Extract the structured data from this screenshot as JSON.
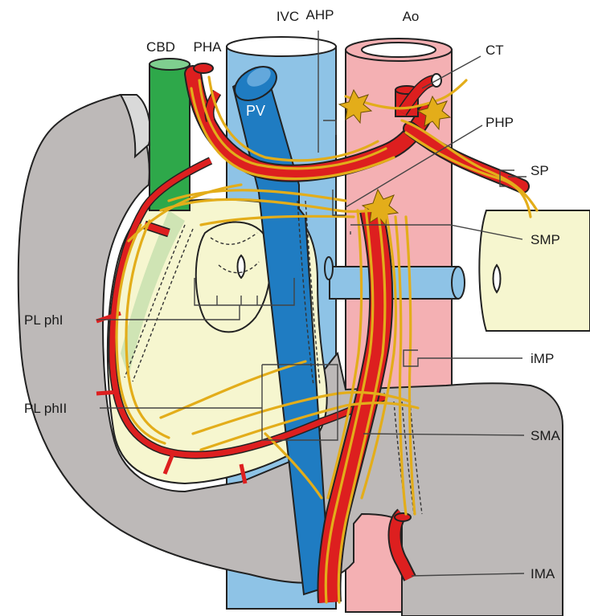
{
  "labels": {
    "ivc": "IVC",
    "ahp": "AHP",
    "ao": "Ao",
    "cbd": "CBD",
    "pha": "PHA",
    "ct": "CT",
    "pv": "PV",
    "php": "PHP",
    "sp": "SP",
    "smp": "SMP",
    "pl_ph1": "PL phI",
    "pl_ph2": "PL phII",
    "imp": "iMP",
    "sma": "SMA",
    "ima": "IMA"
  },
  "colors": {
    "duodenum_gray": "#bdb9b8",
    "pancreas_cream": "#f6f6cf",
    "ivc_light_blue": "#8ec3e6",
    "portal_vein_blue": "#1f7cc2",
    "aorta_pink": "#f4b0b3",
    "artery_red": "#dd1f1f",
    "bile_duct_green": "#2ea84a",
    "nerve_yellow": "#e3ad1a"
  }
}
